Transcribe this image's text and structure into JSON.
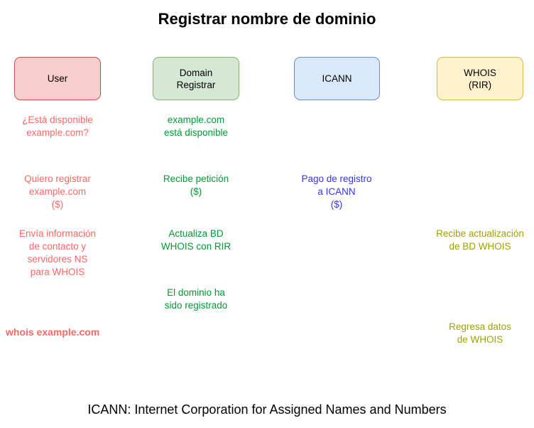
{
  "title": "Registrar nombre de dominio",
  "footer_note": "ICANN: Internet Corporation for Assigned Names and Numbers",
  "palette": {
    "user_box_fill": "#F8CECC",
    "user_box_stroke": "#B85450",
    "user_text": "#FF6666",
    "registrar_box_fill": "#D5E8D4",
    "registrar_box_stroke": "#82B366",
    "registrar_text": "#009933",
    "icann_box_fill": "#DAE8FC",
    "icann_box_stroke": "#6C8EBF",
    "icann_text": "#3333FF",
    "whois_box_fill": "#FFF2CC",
    "whois_box_stroke": "#D6B656",
    "whois_text": "#A0A000",
    "title_color": "#000000"
  },
  "actors": {
    "user": {
      "label": "User"
    },
    "registrar": {
      "label": "Domain\nRegistrar"
    },
    "icann": {
      "label": "ICANN"
    },
    "whois": {
      "label": "WHOIS\n(RIR)"
    }
  },
  "steps": {
    "user": [
      "¿Está disponible\nexample.com?",
      "Quiero registrar\nexample.com\n($)",
      "Envía información\nde contacto y\nservidores NS\npara WHOIS",
      "whois example.com"
    ],
    "registrar": [
      "example.com\nestá disponible",
      "Recibe petición\n($)",
      "Actualiza BD\nWHOIS con RIR",
      "El dominio ha\nsido registrado"
    ],
    "icann": [
      "Pago de registro\na ICANN\n($)"
    ],
    "whois": [
      "Recibe actualización\nde BD WHOIS",
      "Regresa datos\nde WHOIS"
    ]
  }
}
